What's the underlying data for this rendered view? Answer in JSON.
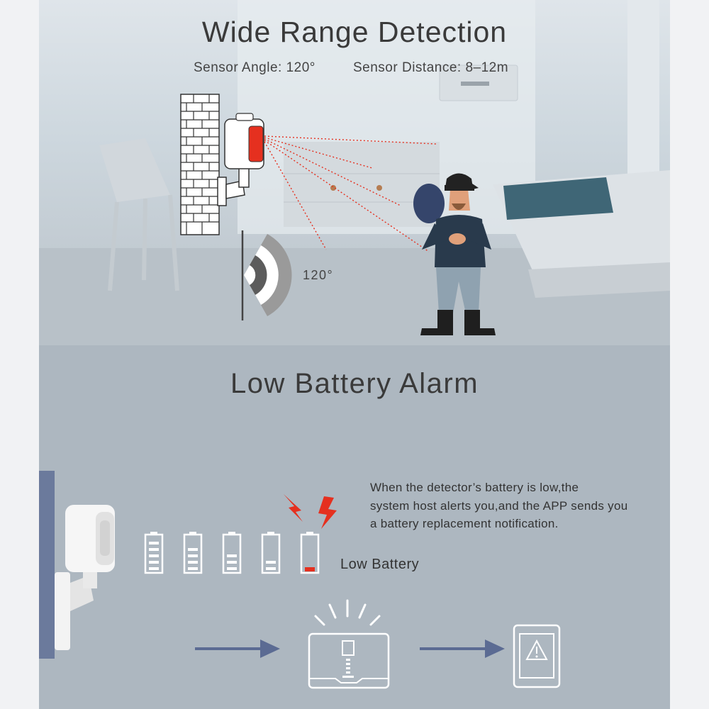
{
  "wide_range": {
    "title": "Wide Range Detection",
    "sensor_angle": "Sensor Angle: 120°",
    "sensor_distance": "Sensor Distance: 8–12m",
    "angle_label": "120°"
  },
  "low_battery": {
    "title": "Low Battery Alarm",
    "description_lines": [
      "When the detector’s battery is low,the",
      "system host alerts you,and the APP sends you",
      "a battery replacement notification."
    ],
    "battery_label": "Low Battery",
    "battery_levels": [
      1.0,
      0.8,
      0.6,
      0.4,
      0.1
    ]
  },
  "colors": {
    "accent_red": "#e5301f",
    "wall_bar": "#6b7a9c",
    "arrow": "#5b6b93"
  },
  "icons": {
    "motion_sensor": "motion-sensor-icon",
    "brick_wall": "brick-wall-icon",
    "intruder": "intruder-figure-icon",
    "detection_arc": "detection-arc-icon",
    "battery": "battery-icon",
    "alert_zigzag": "alert-zigzag-icon",
    "hub": "hub-icon",
    "phone_alert": "phone-alert-icon",
    "arrow": "arrow-right-icon"
  }
}
